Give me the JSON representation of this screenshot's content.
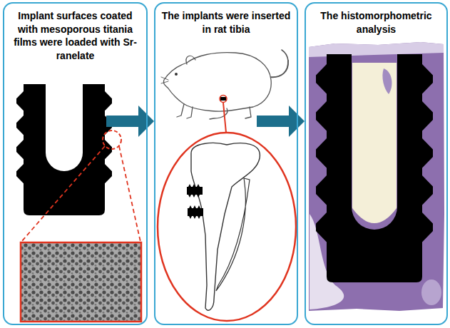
{
  "diagram": {
    "nodes": [
      {
        "text": [
          "Implant surfaces coated with mesoporous titania films were loaded with Sr-ranelate"
        ]
      },
      {
        "text": [
          "The implants were inserted in rat tibia"
        ]
      },
      {
        "text": [
          "The histomorphometric analysis"
        ]
      }
    ],
    "edges": [
      {
        "from": 0,
        "to": 1,
        "arrow": "to"
      },
      {
        "from": 1,
        "to": 2,
        "arrow": "to"
      }
    ]
  }
}
